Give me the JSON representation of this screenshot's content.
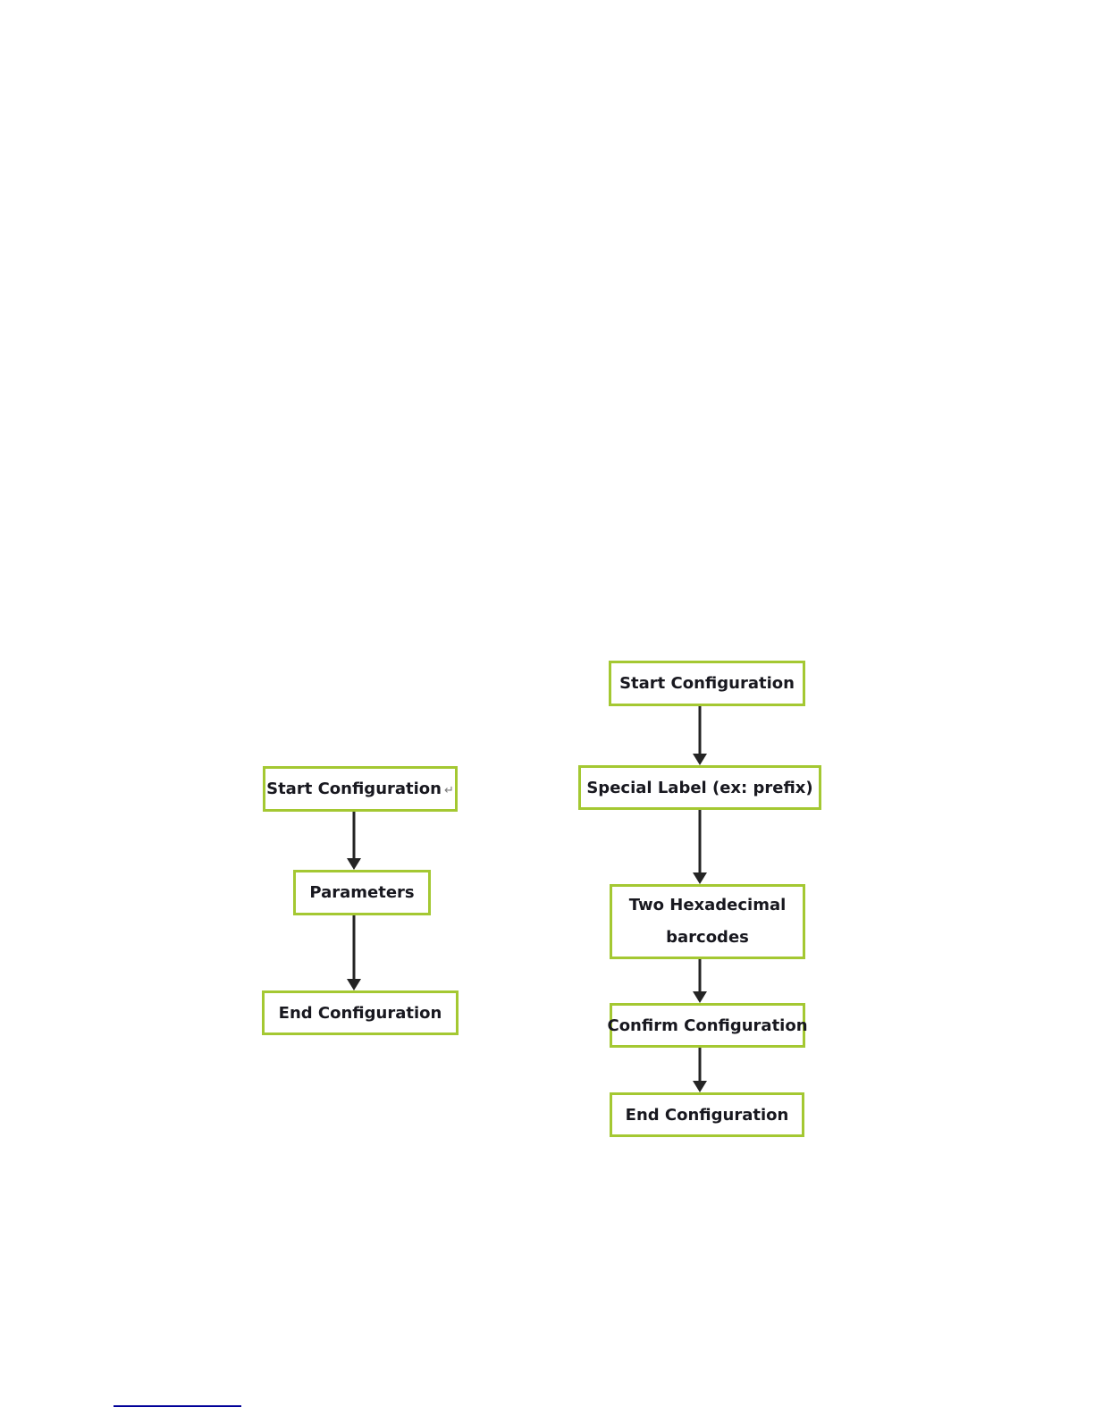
{
  "page": {
    "background_color": "#ffffff"
  },
  "flowchart_left": {
    "nodes": [
      {
        "label": "Start Configuration",
        "mark": "↵"
      },
      {
        "label": "Parameters"
      },
      {
        "label": "End Configuration"
      }
    ]
  },
  "flowchart_right": {
    "nodes": [
      {
        "label": "Start Configuration"
      },
      {
        "label": "Special Label (ex: prefix)"
      },
      {
        "label": "Two Hexadecimal barcodes"
      },
      {
        "label": "Confirm Configuration"
      },
      {
        "label": "End Configuration"
      }
    ]
  },
  "colors": {
    "node_border": "#a4c832",
    "node_text": "#18181f",
    "arrow": "#242424",
    "return_mark_gray": "#7a7a7a",
    "footnote_line": "#000099"
  }
}
